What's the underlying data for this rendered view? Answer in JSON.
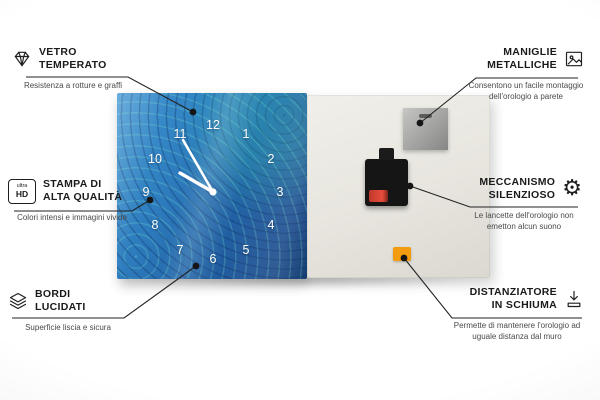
{
  "colors": {
    "glass_blue": "#2f7fc0",
    "foam_orange": "#f39c12",
    "connector_dark": "#1f1f1f"
  },
  "clock": {
    "numerals": {
      "n1": "1",
      "n2": "2",
      "n3": "3",
      "n4": "4",
      "n5": "5",
      "n6": "6",
      "n7": "7",
      "n8": "8",
      "n9": "9",
      "n10": "10",
      "n11": "11",
      "n12": "12"
    }
  },
  "callouts": {
    "left": [
      {
        "title": "VETRO TEMPERATO",
        "desc": "Resistenza a rotture e graffi"
      },
      {
        "title": "STAMPA DI ALTA QUALITÀ",
        "desc": "Colori intensi e immagini vivide"
      },
      {
        "title": "BORDI LUCIDATI",
        "desc": "Superficie liscia e sicura"
      }
    ],
    "right": [
      {
        "title": "MANIGLIE METALLICHE",
        "desc": "Consentono un facile montaggio dell'orologio a parete"
      },
      {
        "title": "MECCANISMO SILENZIOSO",
        "desc": "Le lancette dell'orologio non emetton alcun suono"
      },
      {
        "title": "DISTANZIATORE IN SCHIUMA",
        "desc": "Permette di mantenere l'orologio ad uguale distanza dal muro"
      }
    ]
  },
  "icons": {
    "ultra_hd_top": "ultra",
    "ultra_hd_bottom": "HD",
    "gear_glyph": "⚙"
  }
}
